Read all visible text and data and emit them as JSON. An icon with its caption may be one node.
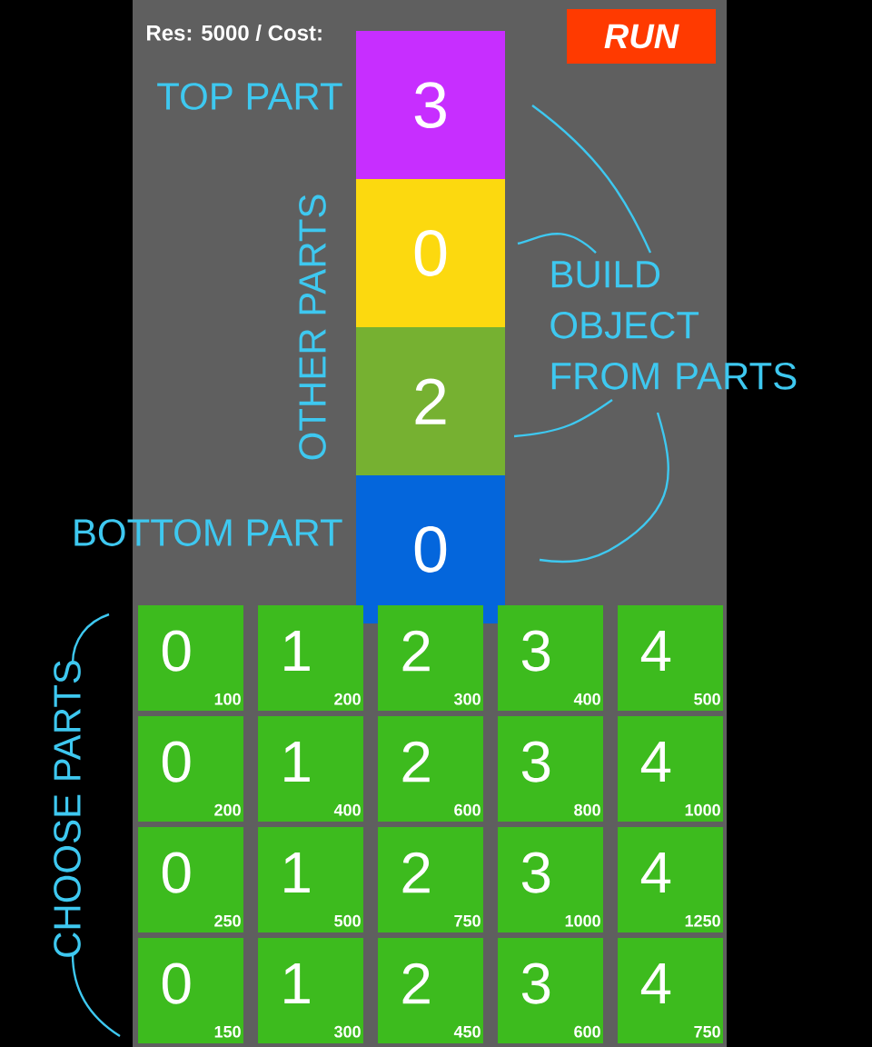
{
  "diagram": {
    "nodes": [
      {
        "text": [
          "RUN"
        ]
      },
      {
        "text": [
          "3"
        ]
      },
      {
        "text": [
          "0"
        ]
      },
      {
        "text": [
          "2"
        ]
      },
      {
        "text": [
          "0"
        ]
      },
      {
        "text": [
          "0",
          "100"
        ]
      },
      {
        "text": [
          "1",
          "200"
        ]
      },
      {
        "text": [
          "2",
          "300"
        ]
      },
      {
        "text": [
          "3",
          "400"
        ]
      },
      {
        "text": [
          "4",
          "500"
        ]
      },
      {
        "text": [
          "0",
          "200"
        ]
      },
      {
        "text": [
          "1",
          "400"
        ]
      },
      {
        "text": [
          "2",
          "600"
        ]
      },
      {
        "text": [
          "3",
          "800"
        ]
      },
      {
        "text": [
          "4",
          "1000"
        ]
      },
      {
        "text": [
          "0",
          "250"
        ]
      },
      {
        "text": [
          "1",
          "500"
        ]
      },
      {
        "text": [
          "2",
          "750"
        ]
      },
      {
        "text": [
          "3",
          "1000"
        ]
      },
      {
        "text": [
          "4",
          "1250"
        ]
      },
      {
        "text": [
          "0",
          "150"
        ]
      },
      {
        "text": [
          "1",
          "300"
        ]
      },
      {
        "text": [
          "2",
          "450"
        ]
      },
      {
        "text": [
          "3",
          "600"
        ]
      },
      {
        "text": [
          "4",
          "750"
        ]
      }
    ],
    "labels": [
      "Res: 5000 / Cost:",
      "TOP PART",
      "OTHER PARTS",
      "BUILD OBJECT FROM PARTS",
      "BOTTOM PART",
      "CHOOSE PARTS"
    ]
  }
}
